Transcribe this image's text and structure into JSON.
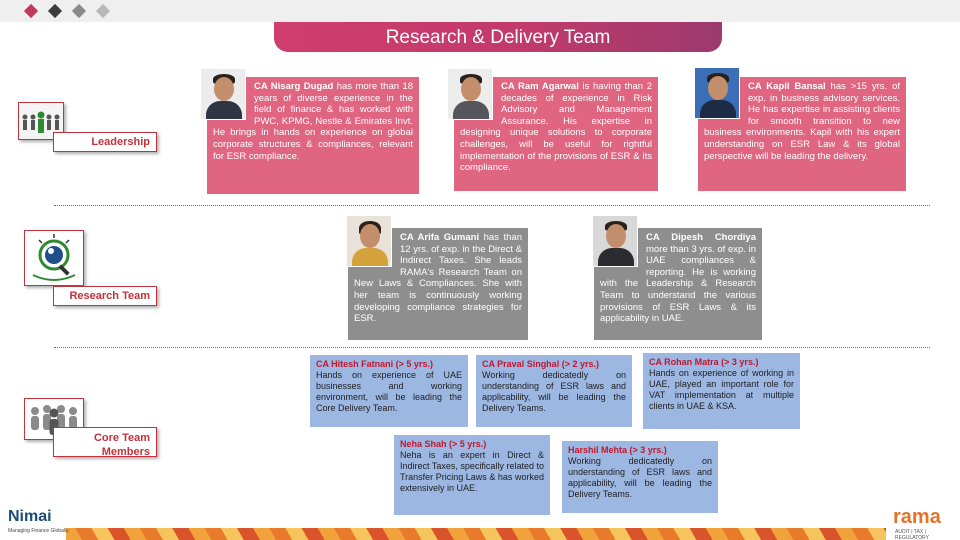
{
  "title": "Research & Delivery Team",
  "sections": {
    "leadership": "Leadership",
    "research": "Research Team",
    "core": "Core Team Members"
  },
  "leaders": [
    {
      "name": "CA Nisarg Dugad",
      "text": " has more than 18 years of diverse experience in the field of finance & has worked with PWC, KPMG, Nestle & Emirates Invt. He brings in hands on experience on global corporate structures & compliances, relevant for ESR compliance."
    },
    {
      "name": "CA Ram Agarwal",
      "text": " is having than 2 decades of experience in Risk Advisory and Management Assurance. His expertise in designing unique solutions to corporate challenges, will be useful for rightful implementation of the provisions of ESR & its compliance."
    },
    {
      "name": "CA Kapil Bansal",
      "text": " has >15 yrs. of exp. in business advisory services. He has expertise in assisting clients for smooth transition to new business environments. Kapil with his expert understanding on ESR Law & its global perspective will be leading the delivery."
    }
  ],
  "research": [
    {
      "name": "CA Arifa Gumani",
      "text": " has than 12 yrs. of exp. in the Direct & Indirect Taxes. She leads RAMA's Research Team on New Laws & Compliances. She with her team is continuously working developing compliance strategies for ESR."
    },
    {
      "name": "CA Dipesh Chordiya",
      "text": " more than 3 yrs. of exp. in UAE compliances & reporting. He is working with the Leadership & Research Team to understand the various provisions of ESR Laws & its applicability in UAE."
    }
  ],
  "core": [
    {
      "name": "CA Hitesh Fatnani (> 5 yrs.)",
      "text": "Hands on experience of UAE businesses and working environment, will be leading the Core Delivery Team."
    },
    {
      "name": "CA Praval Singhal (> 2 yrs.)",
      "text": "Working dedicatedly on understanding of ESR laws and applicability, will be leading the Delivery Teams."
    },
    {
      "name": "CA Rohan Matra (> 3 yrs.)",
      "text": "Hands on experience of working in UAE, played an important role for VAT implementation at multiple clients in UAE & KSA."
    },
    {
      "name": "Neha Shah (> 5 yrs.)",
      "text": "Neha is an expert in Direct & Indirect Taxes, specifically related to Transfer Pricing Laws & has worked extensively in UAE."
    },
    {
      "name": "Harshil Mehta (> 3 yrs.)",
      "text": "Working dedicatedly on understanding of ESR laws and applicability, will be leading the Delivery Teams."
    }
  ],
  "logos": {
    "left": "Nimai",
    "left_tagline": "Managing Finance Globally",
    "right": "rama",
    "right_tagline": "AUDIT | TAX | REGULATORY"
  },
  "colors": {
    "accent": "#c0323c",
    "pink": "#df6581",
    "grey": "#8e8e8e",
    "blue": "#9db7e3"
  }
}
